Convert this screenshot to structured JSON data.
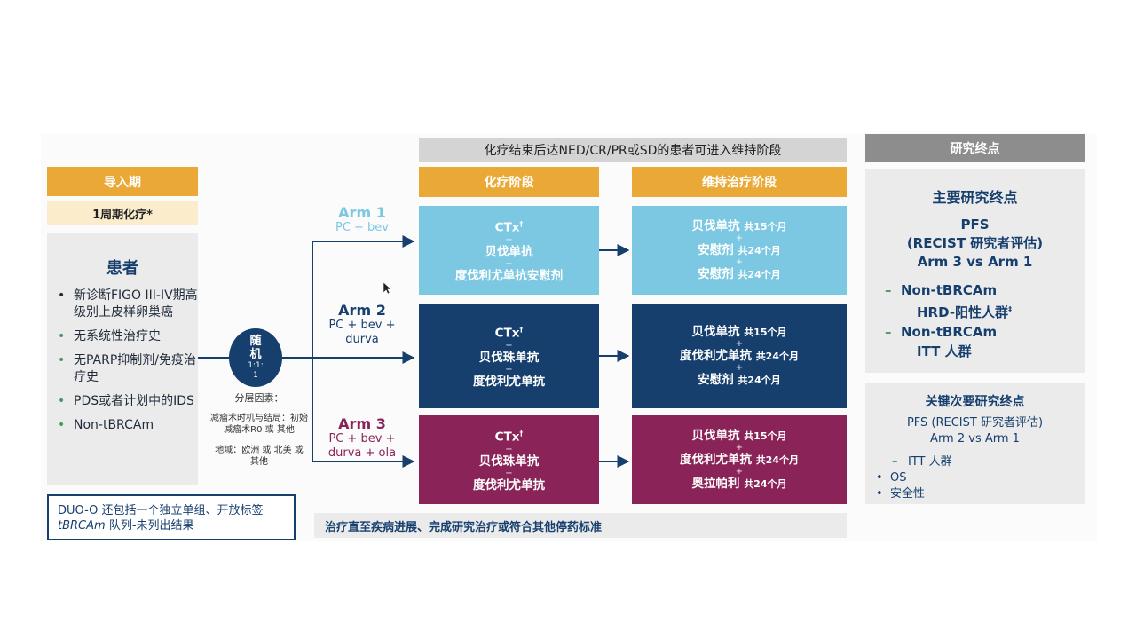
{
  "banner": "化疗结束后达NED/CR/PR或SD的患者可进入维持阶段",
  "induction": {
    "header": "导入期",
    "subheader": "1周期化疗*"
  },
  "patients": {
    "title": "患者",
    "items": [
      "新诊断FIGO III-IV期高级别上皮样卵巢癌",
      "无系统性治疗史",
      "无PARP抑制剂/免疫治疗史",
      "PDS或者计划中的IDS",
      "Non-tBRCAm"
    ]
  },
  "randomization": {
    "line1": "随",
    "line2": "机",
    "ratio": "1:1:",
    "ratio2": "1"
  },
  "stratification": {
    "title": "分层因素：",
    "factor1": "减瘤术时机与结局：初始减瘤术R0 或 其他",
    "factor2": "地域：欧洲 或 北美 或 其他"
  },
  "note": {
    "line1": "DUO-O 还包括一个独立单组、开放标签",
    "line2_em": "tBRCAm",
    "line2_rest": " 队列-未列出结果"
  },
  "phases": {
    "chemo": "化疗阶段",
    "maintenance": "维持治疗阶段"
  },
  "arms": [
    {
      "name": "Arm 1",
      "desc": [
        "PC + bev"
      ],
      "chemo": [
        "CTx",
        "贝伐单抗",
        "度伐利尤单抗安慰剂"
      ],
      "maint": [
        {
          "drug": "贝伐单抗",
          "dur": "共15个月"
        },
        {
          "drug": "安慰剂",
          "dur": "共24个月"
        },
        {
          "drug": "安慰剂",
          "dur": "共24个月"
        }
      ]
    },
    {
      "name": "Arm 2",
      "desc": [
        "PC + bev +",
        "durva"
      ],
      "chemo": [
        "CTx",
        "贝伐珠单抗",
        "度伐利尤单抗"
      ],
      "maint": [
        {
          "drug": "贝伐单抗",
          "dur": "共15个月"
        },
        {
          "drug": "度伐利尤单抗",
          "dur": "共24个月"
        },
        {
          "drug": "安慰剂",
          "dur": "共24个月"
        }
      ]
    },
    {
      "name": "Arm 3",
      "desc": [
        "PC + bev +",
        "durva + ola"
      ],
      "chemo": [
        "CTx",
        "贝伐珠单抗",
        "度伐利尤单抗"
      ],
      "maint": [
        {
          "drug": "贝伐单抗",
          "dur": "共15个月"
        },
        {
          "drug": "度伐利尤单抗",
          "dur": "共24个月"
        },
        {
          "drug": "奥拉帕利",
          "dur": "共24个月"
        }
      ]
    }
  ],
  "footer": "治疗直至疾病进展、完成研究治疗或符合其他停药标准",
  "endpoints": {
    "header": "研究终点",
    "primary": {
      "title": "主要研究终点",
      "l1": "PFS",
      "l2": "(RECIST 研究者评估)",
      "l3": "Arm 3 vs Arm 1",
      "sub1a": "Non-tBRCAm",
      "sub1b": "HRD-阳性人群",
      "sub2a": "Non-tBRCAm",
      "sub2b": "ITT 人群"
    },
    "secondary": {
      "title": "关键次要研究终点",
      "l1": "PFS (RECIST 研究者评估)",
      "l2": "Arm 2 vs Arm 1",
      "sub": "ITT 人群",
      "items": [
        "OS",
        "安全性"
      ]
    }
  },
  "colors": {
    "gold": "#eaa937",
    "arm1": "#7cc8e2",
    "arm2": "#163f6e",
    "arm3": "#8a2357",
    "grey": "#ebebeb"
  }
}
